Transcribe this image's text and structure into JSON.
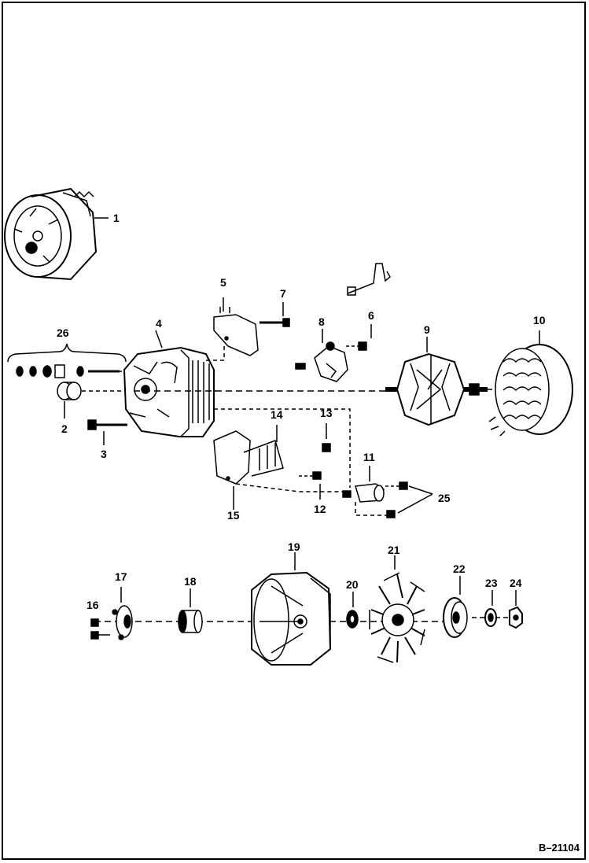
{
  "figure": {
    "reference_code": "B–21104",
    "part_labels": {
      "p1": "1",
      "p2": "2",
      "p3": "3",
      "p4": "4",
      "p5": "5",
      "p6": "6",
      "p7": "7",
      "p8": "8",
      "p9": "9",
      "p10": "10",
      "p11": "11",
      "p12": "12",
      "p13": "13",
      "p14": "14",
      "p15": "15",
      "p16": "16",
      "p17": "17",
      "p18": "18",
      "p19": "19",
      "p20": "20",
      "p21": "21",
      "p22": "22",
      "p23": "23",
      "p24": "24",
      "p25": "25",
      "p26": "26"
    }
  }
}
